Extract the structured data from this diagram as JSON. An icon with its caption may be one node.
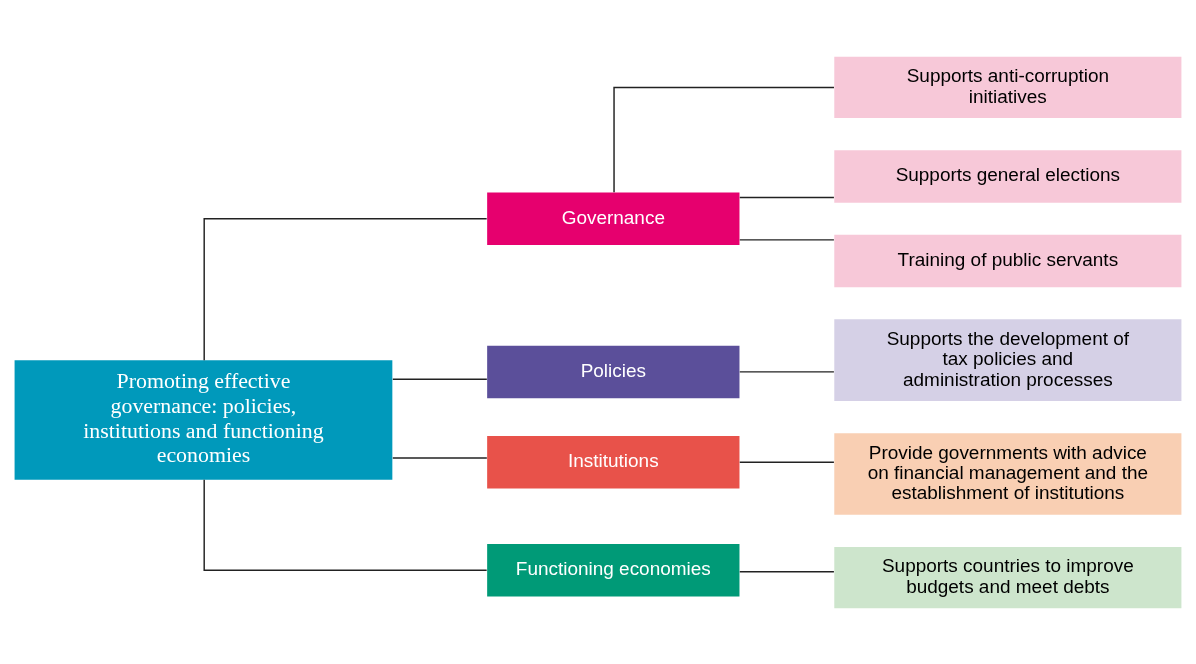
{
  "diagram": {
    "nodes": [
      {
        "text": [
          "Promoting effective governance: policies, institutions and functioning economies"
        ]
      },
      {
        "text": [
          "Governance"
        ]
      },
      {
        "text": [
          "Policies"
        ]
      },
      {
        "text": [
          "Institutions"
        ]
      },
      {
        "text": [
          "Functioning economies"
        ]
      },
      {
        "text": [
          "Supports anti-corruption initiatives"
        ]
      },
      {
        "text": [
          "Supports general elections"
        ]
      },
      {
        "text": [
          "Training of public servants"
        ]
      },
      {
        "text": [
          "Supports the development of tax policies and administration processes"
        ]
      },
      {
        "text": [
          "Provide governments with advice on financial management and the establishment of institutions"
        ]
      },
      {
        "text": [
          "Supports countries to improve budgets and meet debts"
        ]
      }
    ],
    "edges": [
      {
        "from": 0,
        "to": 1,
        "arrow": "none"
      },
      {
        "from": 0,
        "to": 2,
        "arrow": "none"
      },
      {
        "from": 0,
        "to": 3,
        "arrow": "none"
      },
      {
        "from": 0,
        "to": 4,
        "arrow": "none"
      },
      {
        "from": 1,
        "to": 5,
        "arrow": "none"
      },
      {
        "from": 1,
        "to": 6,
        "arrow": "none"
      },
      {
        "from": 1,
        "to": 7,
        "arrow": "none"
      },
      {
        "from": 2,
        "to": 8,
        "arrow": "none"
      },
      {
        "from": 3,
        "to": 9,
        "arrow": "none"
      },
      {
        "from": 4,
        "to": 10,
        "arrow": "none"
      }
    ]
  }
}
